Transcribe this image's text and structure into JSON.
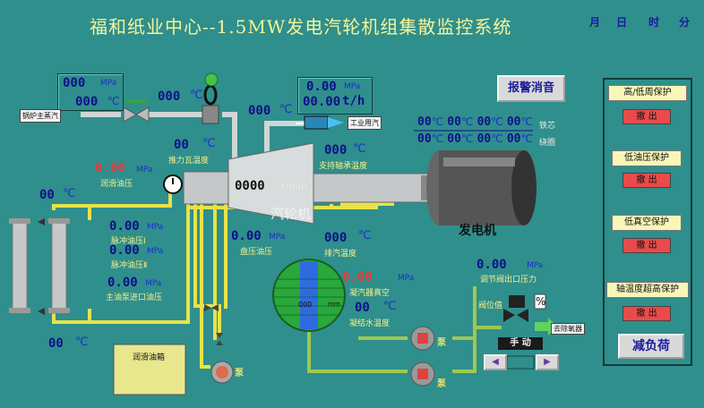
{
  "header": {
    "title": "福和纸业中心--1.5MW发电汽轮机组集散监控系统",
    "month": "月",
    "day": "日",
    "hour": "时",
    "minute": "分"
  },
  "steam_in": {
    "pressure": "000",
    "pressure_unit": "MPa",
    "temp": "000",
    "temp_unit": "℃",
    "label": "锅炉主蒸汽",
    "after_valve_temp": "000",
    "after_valve_unit": "℃"
  },
  "exhaust": {
    "temp": "000",
    "temp_unit": "℃"
  },
  "industrial": {
    "pressure": "0.00",
    "pressure_unit": "MPa",
    "flow": "00.00",
    "flow_unit": "t/h",
    "label": "工业用汽"
  },
  "alarm_button": "报警消音",
  "thrust": {
    "temp": "00",
    "unit": "℃",
    "label": "推力瓦温度"
  },
  "support": {
    "temp": "000",
    "unit": "℃",
    "label": "支持轴承温度"
  },
  "lube": {
    "pressure": "0.00",
    "unit": "MPa",
    "label": "润滑油压"
  },
  "turbine": {
    "speed": "0000",
    "speed_unit": "r/min",
    "label": "汽轮机"
  },
  "generator": {
    "label": "发电机",
    "row1": [
      "00",
      "℃",
      "00",
      "℃",
      "00",
      "℃",
      "00",
      "℃"
    ],
    "row2": [
      "00",
      "℃",
      "00",
      "℃",
      "00",
      "℃",
      "00",
      "℃"
    ],
    "core_label": "铁芯",
    "winding_label": "绕圈"
  },
  "cooler_temp": {
    "value": "00",
    "unit": "℃"
  },
  "pulse1": {
    "value": "0.00",
    "unit": "MPa",
    "label": "脉冲油压Ⅰ"
  },
  "pulse2": {
    "value": "0.00",
    "unit": "MPa",
    "label": "脉冲油压Ⅱ"
  },
  "main_pump": {
    "value": "0.00",
    "unit": "MPa",
    "label": "主油泵进口油压"
  },
  "exhaust_oil": {
    "value": "0.00",
    "unit": "MPa",
    "label": "盘压油压"
  },
  "exhaust_temp2": {
    "value": "000",
    "unit": "℃",
    "label": "排汽温度"
  },
  "condenser": {
    "vacuum": "0.00",
    "vacuum_unit": "MPa",
    "vacuum_label": "凝汽器真空",
    "water_temp": "00",
    "water_unit": "℃",
    "water_label": "凝结水温度",
    "level": "000",
    "level_unit": "mm"
  },
  "tank": {
    "label": "润滑油箱",
    "temp": "00",
    "unit": "℃"
  },
  "pump_label": "泵",
  "valve": {
    "pressure": "0.00",
    "unit": "MPa",
    "label": "调节阀出口压力",
    "pos_label": "阀位值",
    "pos_unit": "%",
    "mode": "手 动",
    "to_label": "去除氧器"
  },
  "protections": [
    {
      "title": "高/低周保护",
      "status": "撤 出"
    },
    {
      "title": "低油压保护",
      "status": "撤 出"
    },
    {
      "title": "低真空保护",
      "status": "撤 出"
    },
    {
      "title": "轴温度超高保护",
      "status": "撤 出"
    }
  ],
  "reduce_load": "减负荷"
}
